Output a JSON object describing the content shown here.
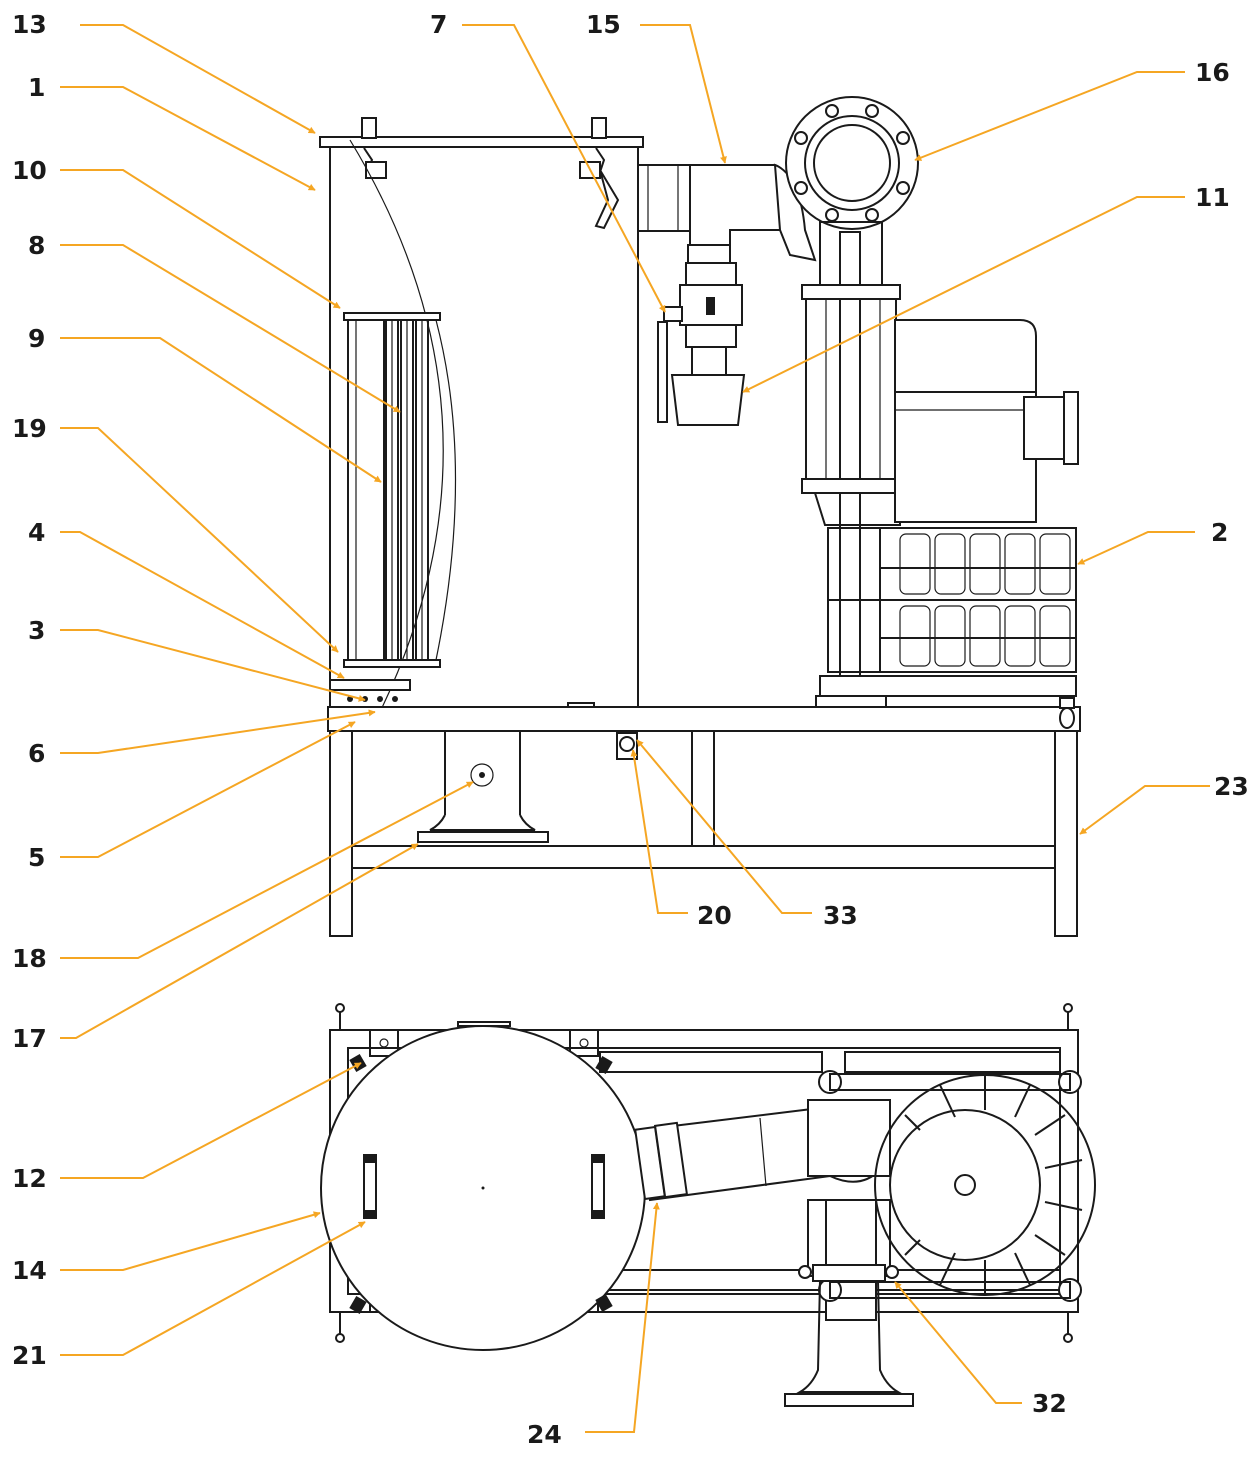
{
  "colors": {
    "leader": "#f5a623",
    "line": "#1a1a1a",
    "background": "#ffffff"
  },
  "callouts": [
    {
      "id": "c13",
      "label": "13"
    },
    {
      "id": "c1",
      "label": "1"
    },
    {
      "id": "c10",
      "label": "10"
    },
    {
      "id": "c8",
      "label": "8"
    },
    {
      "id": "c9",
      "label": "9"
    },
    {
      "id": "c19",
      "label": "19"
    },
    {
      "id": "c4",
      "label": "4"
    },
    {
      "id": "c3",
      "label": "3"
    },
    {
      "id": "c6",
      "label": "6"
    },
    {
      "id": "c5",
      "label": "5"
    },
    {
      "id": "c18",
      "label": "18"
    },
    {
      "id": "c17",
      "label": "17"
    },
    {
      "id": "c7",
      "label": "7"
    },
    {
      "id": "c15",
      "label": "15"
    },
    {
      "id": "c16",
      "label": "16"
    },
    {
      "id": "c11",
      "label": "11"
    },
    {
      "id": "c2",
      "label": "2"
    },
    {
      "id": "c23",
      "label": "23"
    },
    {
      "id": "c20",
      "label": "20"
    },
    {
      "id": "c33",
      "label": "33"
    },
    {
      "id": "c12",
      "label": "12"
    },
    {
      "id": "c14",
      "label": "14"
    },
    {
      "id": "c21",
      "label": "21"
    },
    {
      "id": "c24",
      "label": "24"
    },
    {
      "id": "c32",
      "label": "32"
    }
  ]
}
